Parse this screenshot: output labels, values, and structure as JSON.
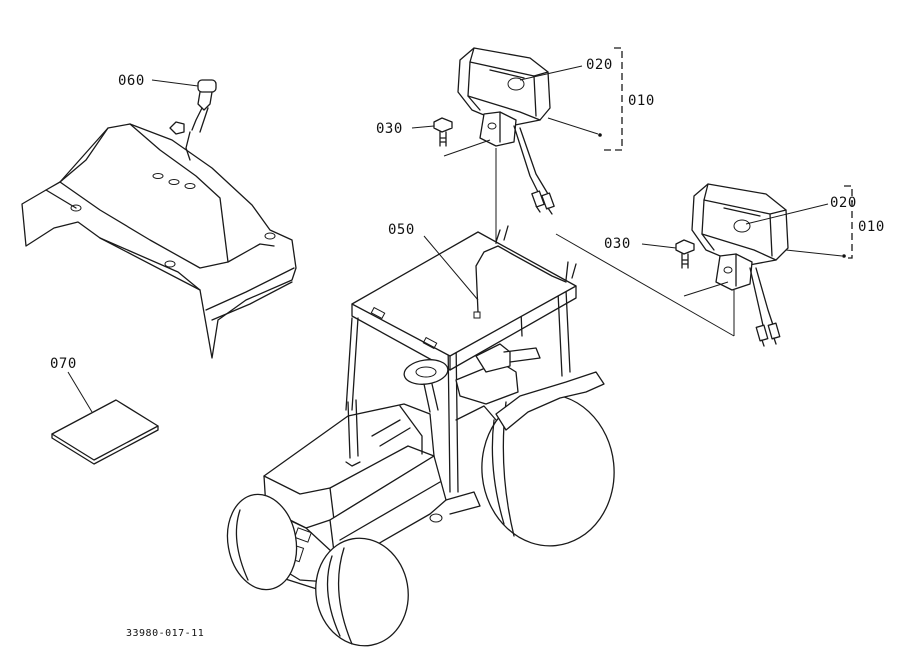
{
  "parts": {
    "p010_right": "010",
    "p020_right": "020",
    "p030_right": "030",
    "p010_left": "010",
    "p020_left": "020",
    "p030_left": "030",
    "p050": "050",
    "p060": "060",
    "p070": "070"
  },
  "drawing_code": "33980-017-11"
}
